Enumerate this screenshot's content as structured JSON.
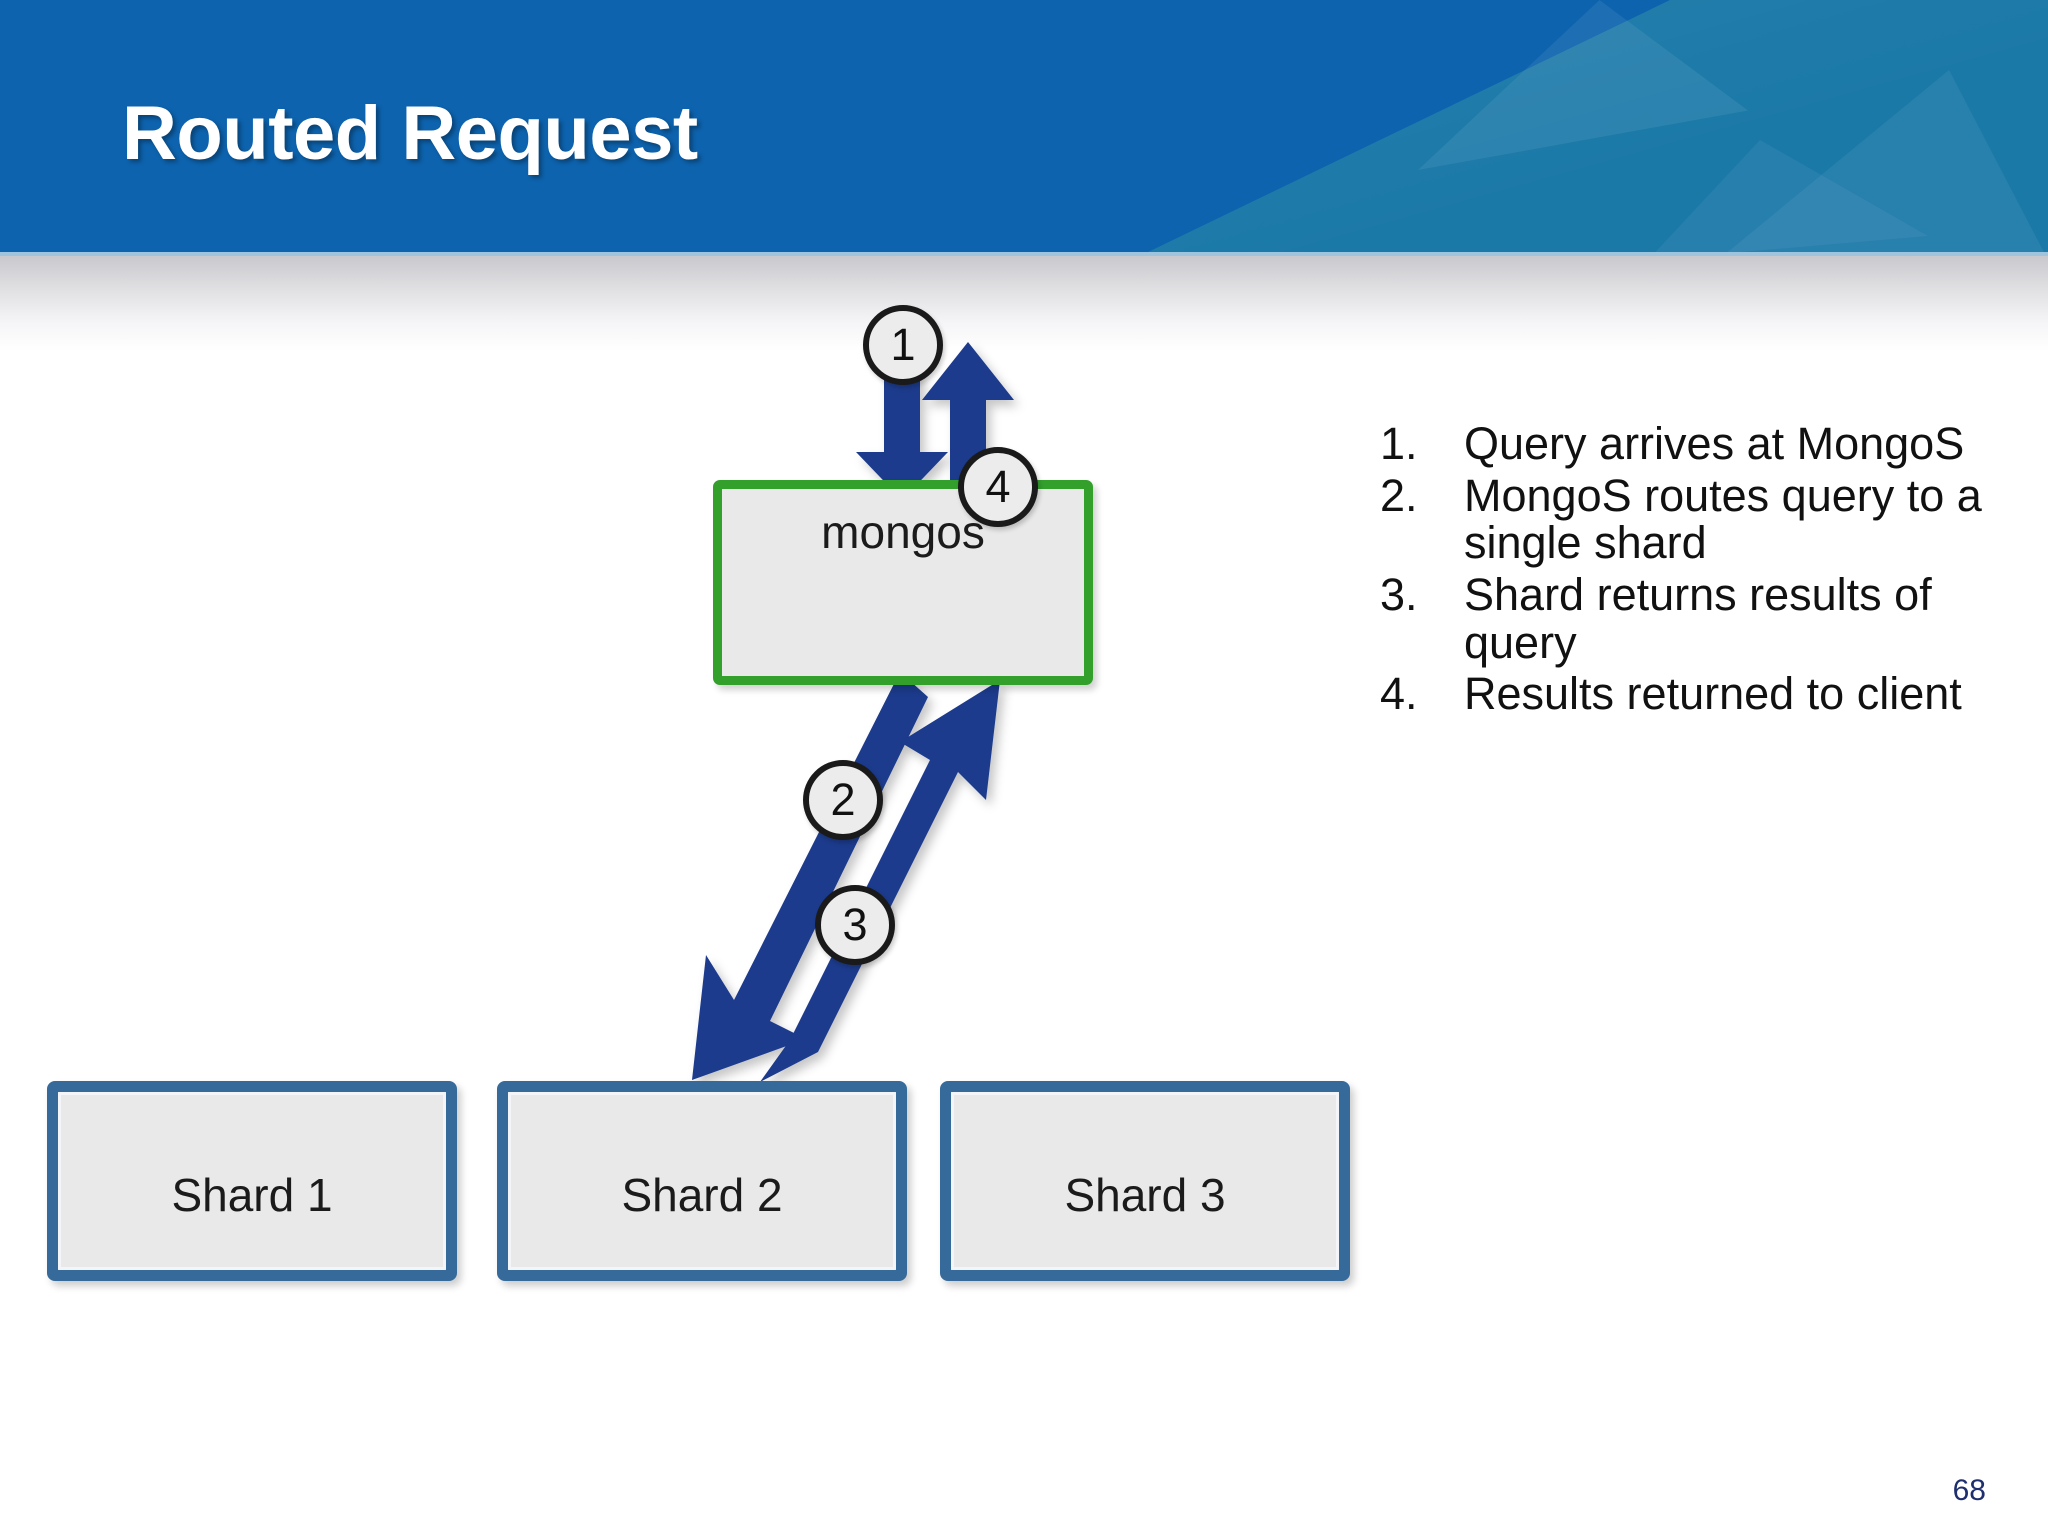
{
  "slide": {
    "title": "Routed Request",
    "page_number": "68"
  },
  "diagram": {
    "router": {
      "label": "mongos",
      "border_color": "#33a02c",
      "fill_color": "#e9e9e9"
    },
    "shards": [
      {
        "label": "Shard 1"
      },
      {
        "label": "Shard 2"
      },
      {
        "label": "Shard 3"
      }
    ],
    "shard_border_color": "#366a9b",
    "arrow_color": "#1b3a8c",
    "badges": [
      {
        "name": "badge-1",
        "label": "1"
      },
      {
        "name": "badge-2",
        "label": "2"
      },
      {
        "name": "badge-3",
        "label": "3"
      },
      {
        "name": "badge-4",
        "label": "4"
      }
    ]
  },
  "steps": [
    {
      "number": "1.",
      "text": "Query arrives at MongoS"
    },
    {
      "number": "2.",
      "text": "MongoS routes query to a single shard"
    },
    {
      "number": "3.",
      "text": "Shard returns results of query"
    },
    {
      "number": "4.",
      "text": "Results returned to client"
    }
  ],
  "theme": {
    "header_blue": "#0d63ae",
    "header_teal": "#1b79a8",
    "page_number_color": "#1f2f6e"
  }
}
